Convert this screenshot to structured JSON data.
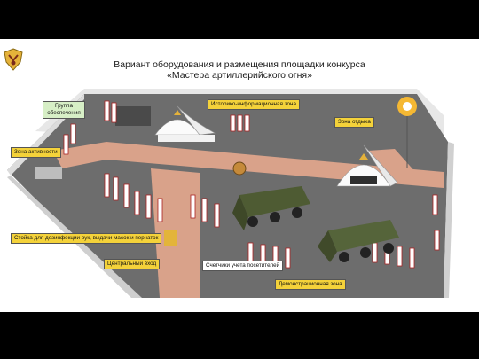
{
  "header": {
    "title_line1": "Вариант оборудования и размещения площадки конкурса",
    "title_line2": "«Мастера артиллерийского огня»"
  },
  "labels": {
    "support_group": "Группа обеспечения",
    "history_zone": "Историко-информационная зона",
    "rest_zone": "Зона отдыха",
    "activity_zone": "Зона активности",
    "disinfection_stand": "Стойка для дезинфекции рук, выдачи масок и перчаток",
    "main_entrance": "Центральный вход",
    "visitor_counters": "Счетчики учета посетителей",
    "demo_zone": "Демонстрационная зона"
  },
  "colors": {
    "label_yellow": "#f4d23a",
    "label_green": "#d7efc6",
    "floor": "#6c6c6c",
    "walkway": "#d9a28a",
    "wall": "#e9e9e9"
  },
  "icons": [
    "emblem-icon",
    "tent-icon",
    "truck-icon",
    "flag-icon",
    "balloon-icon"
  ]
}
